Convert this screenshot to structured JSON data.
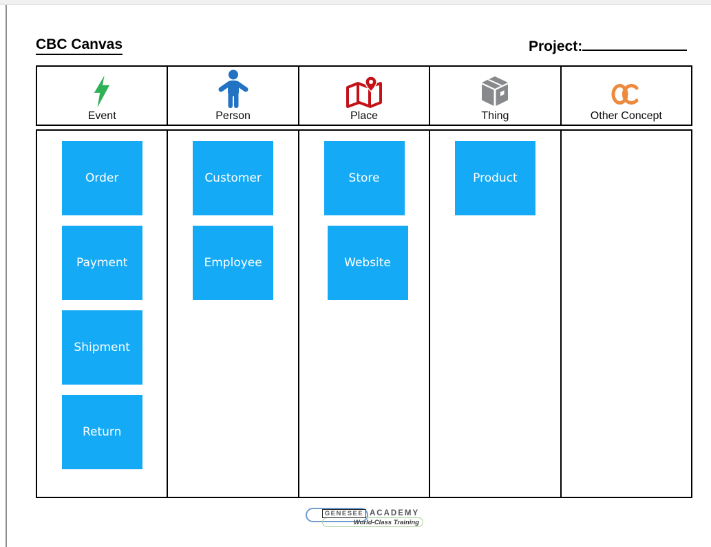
{
  "page": {
    "title": "CBC Canvas",
    "project_label": "Project:"
  },
  "colors": {
    "note_blue": "#15aaf6",
    "event_green": "#2eb157",
    "person_blue": "#2273c3",
    "place_red": "#c41318",
    "thing_gray": "#87898c",
    "other_orange": "#ec8a3e",
    "border_black": "#000000"
  },
  "columns": [
    {
      "label": "Event",
      "icon": "lightning-icon",
      "notes": [
        "Order",
        "Payment",
        "Shipment",
        "Return"
      ]
    },
    {
      "label": "Person",
      "icon": "person-icon",
      "notes": [
        "Customer",
        "Employee"
      ]
    },
    {
      "label": "Place",
      "icon": "map-pin-icon",
      "notes": [
        "Store",
        "Website"
      ]
    },
    {
      "label": "Thing",
      "icon": "box-icon",
      "notes": [
        "Product"
      ]
    },
    {
      "label": "Other Concept",
      "icon": "oc-icon",
      "notes": []
    }
  ],
  "footer_logo": {
    "brand_primary": "GENESEE",
    "brand_secondary": "ACADEMY",
    "tagline": "World-Class Training"
  }
}
